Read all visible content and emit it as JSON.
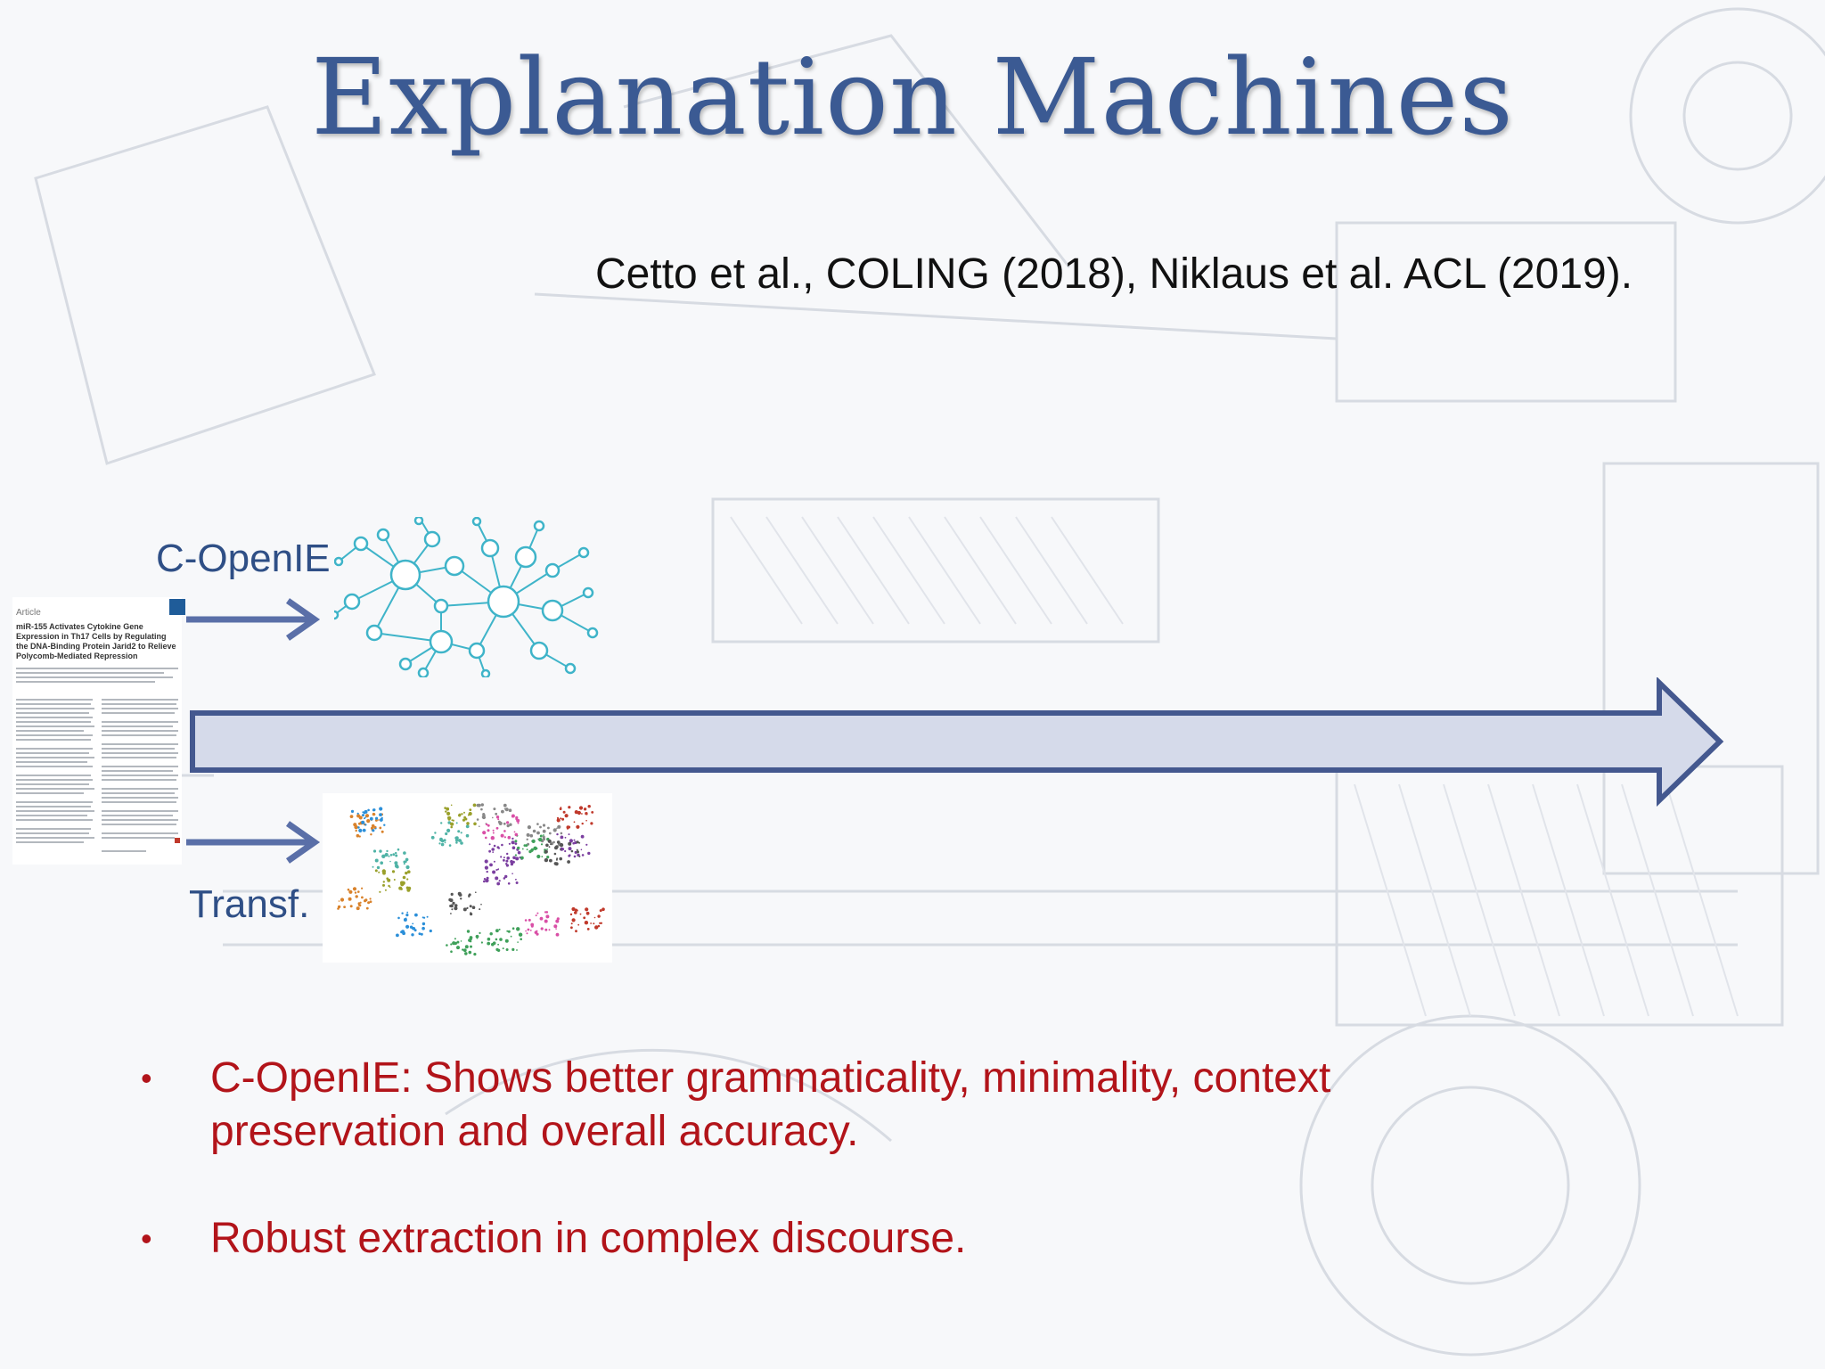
{
  "slide": {
    "title": "Explanation Machines",
    "citation": "Cetto et al., COLING (2018),  Niklaus et al. ACL (2019).",
    "labels": {
      "copenie": "C-OpenIE",
      "transf": "Transf."
    },
    "paper_thumbnail": {
      "journal_line": "Article",
      "headline": "miR-155 Activates Cytokine Gene Expression in Th17 Cells by Regulating the DNA-Binding Protein Jarid2 to Relieve Polycomb-Mediated Repression"
    },
    "bullets": [
      {
        "marker": "•",
        "line1": "C-OpenIE: Shows better grammaticality, minimality, context",
        "line2": "preservation and overall accuracy."
      },
      {
        "marker": "•",
        "line1": "Robust extraction in complex discourse.",
        "line2": ""
      }
    ],
    "colors": {
      "title": "#3b5a93",
      "bullet_text": "#b2141a",
      "arrow_fill": "#d5daea",
      "arrow_stroke": "#44588f",
      "network": "#3fb4c9"
    },
    "icons": {
      "pipeline_arrow": "right-arrow-icon",
      "graph": "knowledge-graph-icon",
      "embedding": "scatter-embedding-icon"
    }
  }
}
